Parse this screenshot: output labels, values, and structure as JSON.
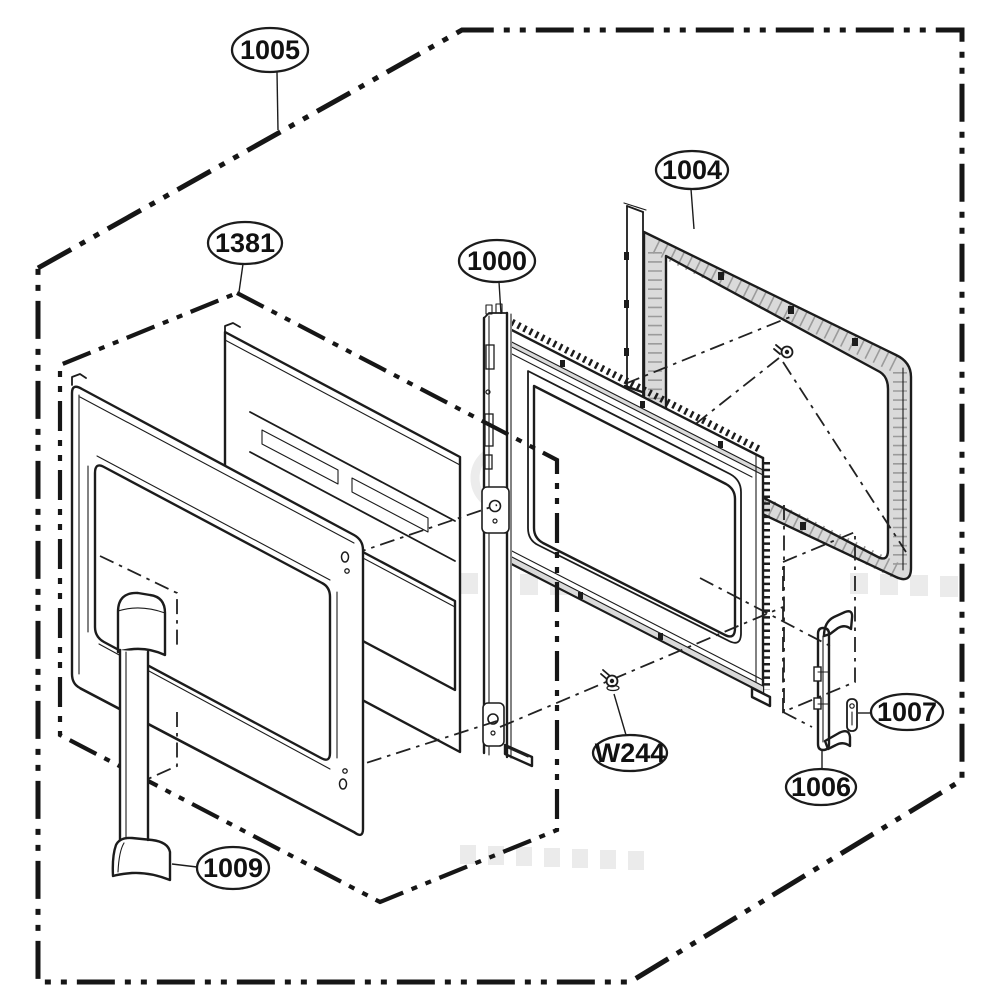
{
  "diagram": {
    "type": "exploded-parts-diagram",
    "subject": "microwave oven door assembly",
    "callouts": {
      "c1005": {
        "label": "1005"
      },
      "c1381": {
        "label": "1381"
      },
      "c1000": {
        "label": "1000"
      },
      "c1004": {
        "label": "1004"
      },
      "c1007": {
        "label": "1007"
      },
      "c1006": {
        "label": "1006"
      },
      "cW244": {
        "label": "W244"
      },
      "c1009": {
        "label": "1009"
      }
    },
    "colors": {
      "line": "#1c1c1c",
      "background": "#ffffff",
      "band_gray": "#dadada",
      "watermark_gray": "#ebebeb"
    }
  }
}
